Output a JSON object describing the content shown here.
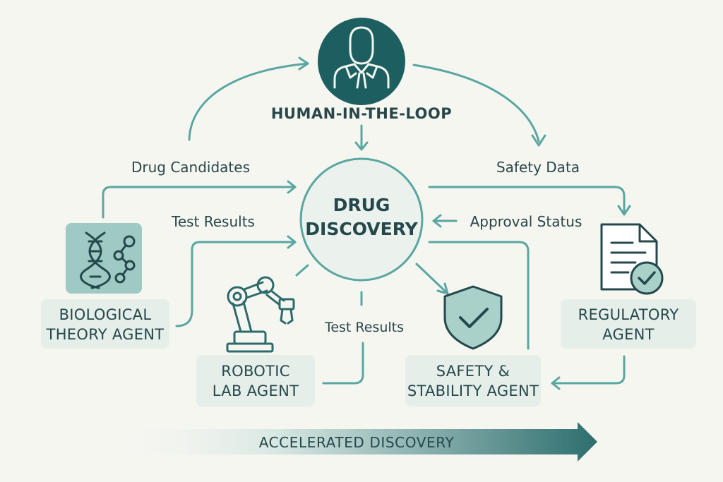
{
  "human": {
    "label": "HUMAN-IN-THE-LOOP",
    "icon": "person-icon"
  },
  "center": {
    "line1": "DRUG",
    "line2": "DISCOVERY"
  },
  "flow_labels": {
    "drug_candidates": "Drug Candidates",
    "safety_data": "Safety Data",
    "test_results_left": "Test Results",
    "approval_status": "Approval Status",
    "test_results_bottom": "Test Results"
  },
  "agents": {
    "biological": {
      "line1": "BIOLOGICAL",
      "line2": "THEORY AGENT",
      "icon": "dna-molecule-icon"
    },
    "robotic": {
      "line1": "ROBOTIC",
      "line2": "LAB AGENT",
      "icon": "robot-arm-icon"
    },
    "safety": {
      "line1": "SAFETY &",
      "line2": "STABILITY AGENT",
      "icon": "shield-check-icon"
    },
    "regulatory": {
      "line1": "REGULATORY",
      "line2": "AGENT",
      "icon": "document-check-icon"
    }
  },
  "footer": {
    "label": "ACCELERATED DISCOVERY"
  },
  "colors": {
    "background": "#f6f6f1",
    "dark_teal": "#1d5f60",
    "accent_teal": "#5aa6a1",
    "box_fill": "#e6eeea",
    "text": "#24484b"
  }
}
